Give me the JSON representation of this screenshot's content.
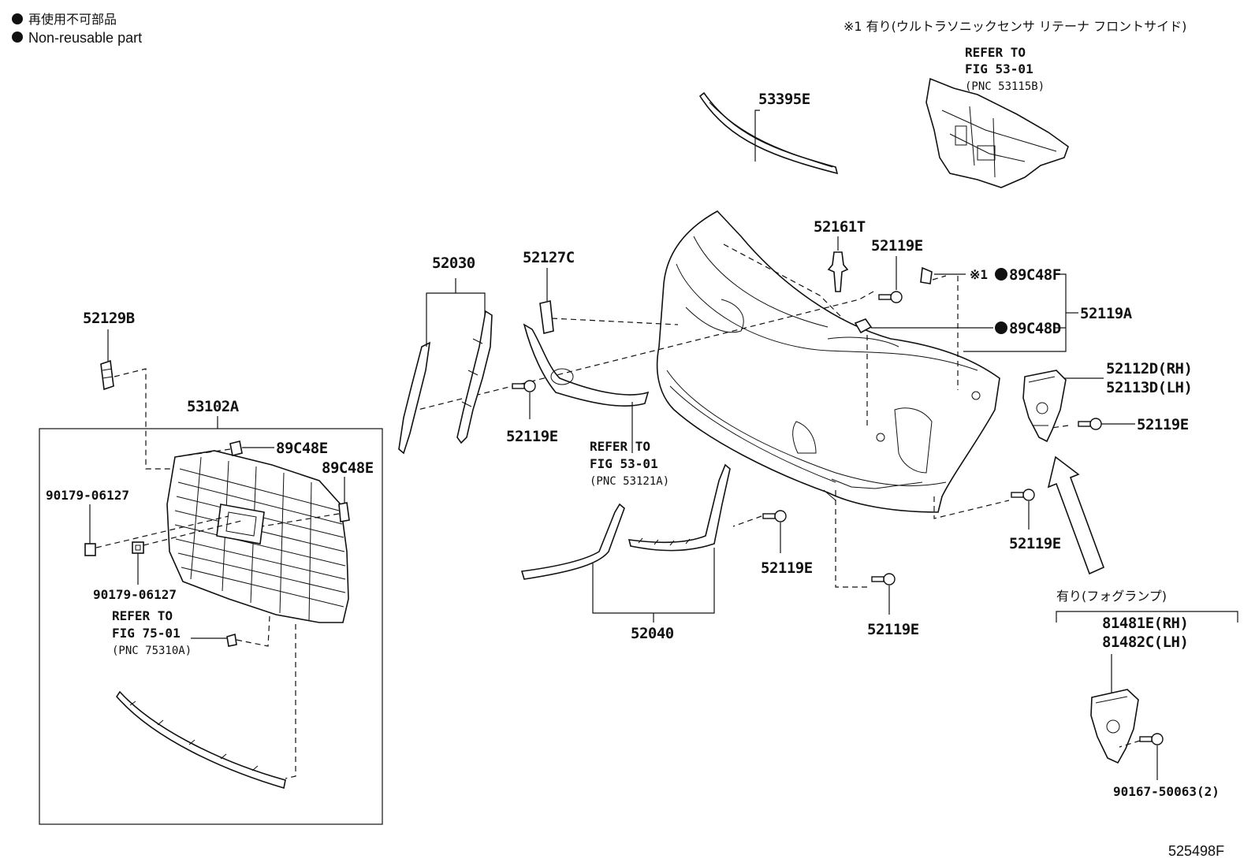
{
  "legend": {
    "jp": "再使用不可部品",
    "en": "Non-reusable part"
  },
  "top_note": "※1 有り(ウルトラソニックセンサ リテーナ フロントサイド)",
  "figure_id": "525498F",
  "labels": {
    "p53395E": "53395E",
    "ref_top_1": "REFER TO",
    "ref_top_2": "FIG 53-01",
    "ref_top_3": "(PNC 53115B)",
    "p52161T": "52161T",
    "p52119E_top": "52119E",
    "note_mark": "※1",
    "p89C48F": "89C48F",
    "p89C48D": "89C48D",
    "p52119A": "52119A",
    "p52112D": "52112D(RH)",
    "p52113D": "52113D(LH)",
    "p52119E_right": "52119E",
    "p52119E_rlow": "52119E",
    "p52030": "52030",
    "p52127C": "52127C",
    "p52119E_mid": "52119E",
    "ref_mid_1": "REFER TO",
    "ref_mid_2": "FIG 53-01",
    "ref_mid_3": "(PNC 53121A)",
    "p52129B": "52129B",
    "p53102A": "53102A",
    "p89C48E_a": "89C48E",
    "p89C48E_b": "89C48E",
    "p90179_a": "90179-06127",
    "p90179_b": "90179-06127",
    "ref_low_1": "REFER TO",
    "ref_low_2": "FIG 75-01",
    "ref_low_3": "(PNC 75310A)",
    "p52119E_c1": "52119E",
    "p52119E_c2": "52119E",
    "p52040": "52040",
    "fog_note": "有り(フォグランプ)",
    "p81481E": "81481E(RH)",
    "p81482C": "81482C(LH)",
    "p90167": "90167-50063(2)"
  }
}
